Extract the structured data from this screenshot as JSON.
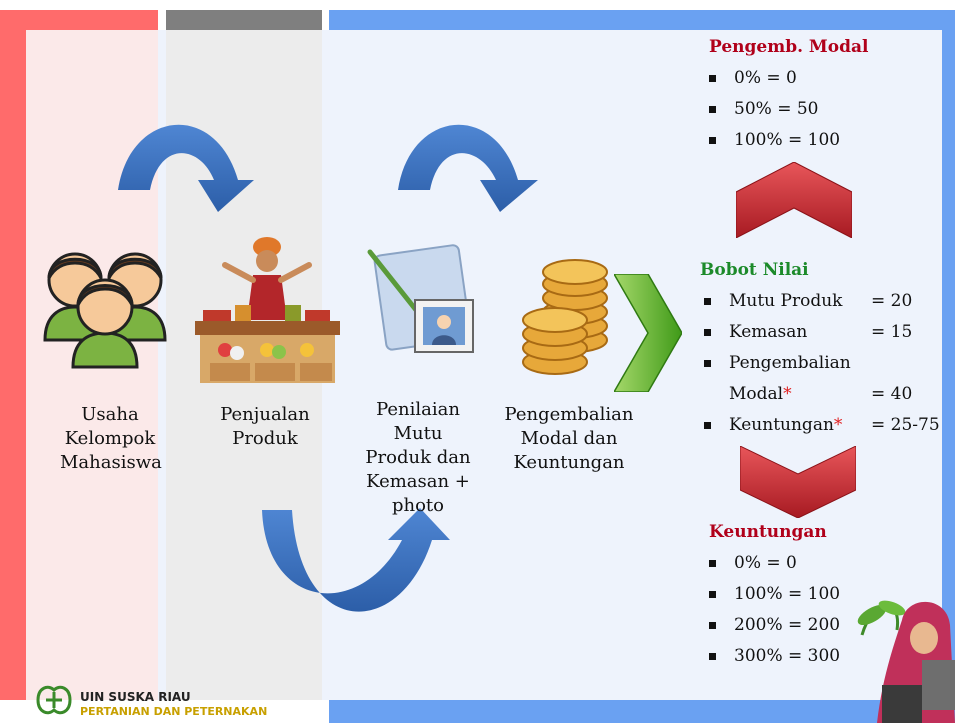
{
  "colors": {
    "red_band": "#ff6b6b",
    "gray_band": "#7f7f7f",
    "blue_band": "#6aa1f2",
    "arrow_blue": "#3a6fbf",
    "heading_red": "#b0001a",
    "heading_green": "#1c8a2a",
    "chevron_red": "#c0282e",
    "chevron_green": "#55b224"
  },
  "stages": {
    "group": "Usaha Kelompok Mahasiswa",
    "sales": "Penjualan Produk",
    "assessment": "Penilaian Mutu Produk dan Kemasan + photo",
    "return": "Pengembalian Modal dan Keuntungan"
  },
  "modal": {
    "heading": "Pengemb. Modal",
    "items": [
      "0% = 0",
      "50% = 50",
      "100% = 100"
    ]
  },
  "bobot": {
    "heading": "Bobot Nilai",
    "items": [
      {
        "label": "Mutu Produk",
        "value": "= 20"
      },
      {
        "label": "Kemasan",
        "value": "= 15"
      },
      {
        "label": "Pengembalian",
        "value": ""
      },
      {
        "label": "Modal",
        "value": "= 40"
      },
      {
        "label": "Keuntungan",
        "value": "= 25-75"
      }
    ],
    "asterisk": "*"
  },
  "keuntungan": {
    "heading": "Keuntungan",
    "items": [
      "0% = 0",
      "100% = 100",
      "200% = 200",
      "300% = 300"
    ]
  },
  "logo": {
    "line1": "UIN SUSKA RIAU",
    "line2": "PERTANIAN DAN PETERNAKAN"
  }
}
